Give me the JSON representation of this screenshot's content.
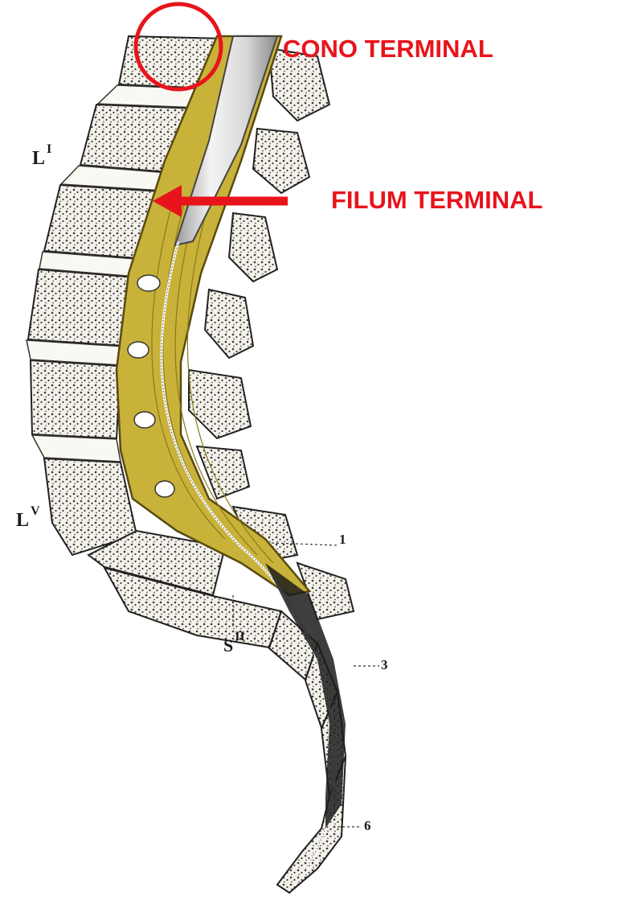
{
  "annotations": {
    "cono": "CONO TERMINAL",
    "filum": "FILUM TERMINAL",
    "color": "#e8141c"
  },
  "vertebra_labels": {
    "l1_letter": "L",
    "l1_sup": "I",
    "l5_letter": "L",
    "l5_sup": "V",
    "s2_letter": "S",
    "s2_sup": "II"
  },
  "callout_numbers": {
    "n1": "1",
    "n3": "3",
    "n6": "6"
  },
  "colors": {
    "dura": "#b8a32a",
    "dura_fill": "#c9b23a",
    "bone": "#f4f1ea",
    "bone_dots": "#3a3a3a",
    "cord": "#e6e6e6",
    "ink": "#1a1a1a"
  }
}
